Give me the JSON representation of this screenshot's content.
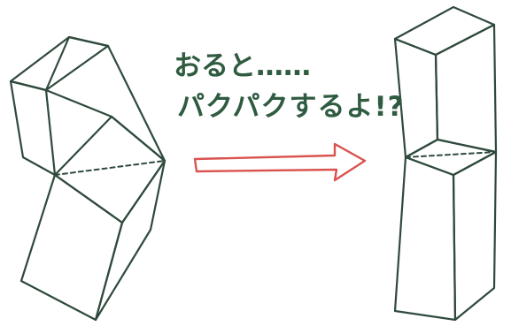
{
  "caption": {
    "line1": "おると……",
    "line2": "パクパクするよ!?"
  },
  "colors": {
    "ink": "#2f4a3c",
    "text": "#2f5b40",
    "arrow": "#d9534f"
  },
  "figures": [
    {
      "name": "before-bent-block",
      "state": "folded"
    },
    {
      "name": "after-straight-column",
      "state": "straight"
    }
  ]
}
